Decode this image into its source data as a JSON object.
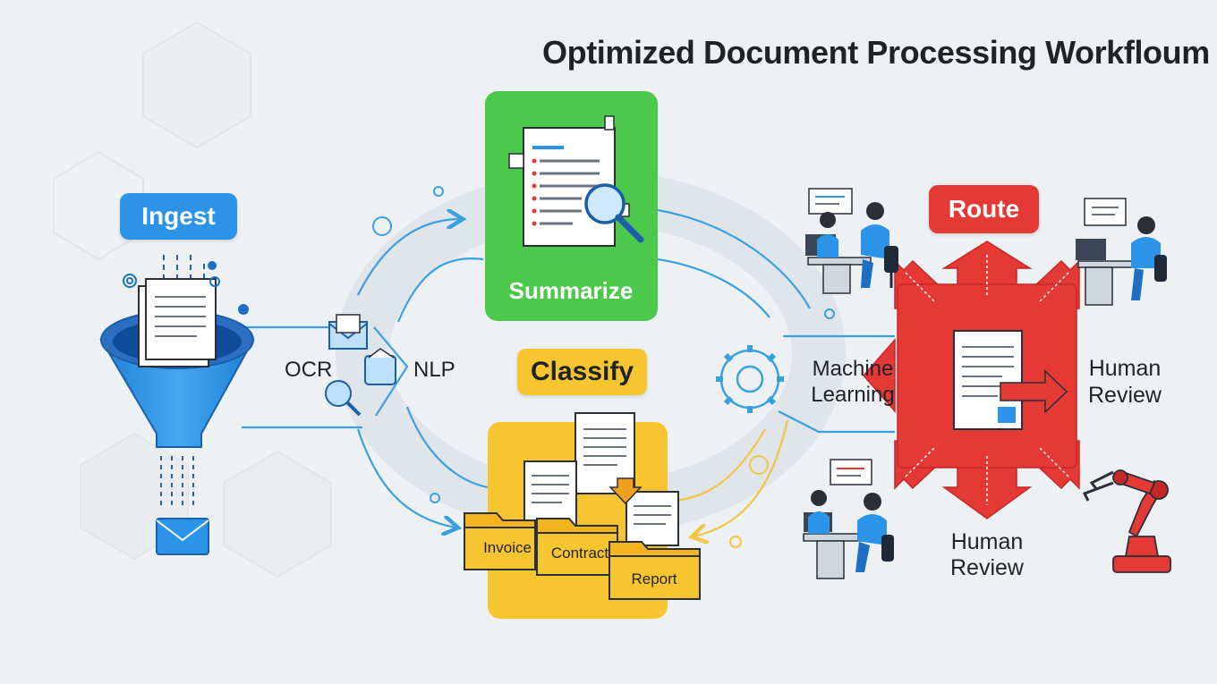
{
  "title": "Optimized Document Processing Workfloum",
  "stages": {
    "ingest": "Ingest",
    "summarize": "Summarize",
    "classify": "Classify",
    "route": "Route"
  },
  "methods": {
    "ocr": "OCR",
    "nlp": "NLP",
    "ml_line1": "Machine",
    "ml_line2": "Learning"
  },
  "folders": {
    "invoice": "Invoice",
    "contract": "Contract",
    "report": "Report"
  },
  "route_targets": {
    "right_line1": "Human",
    "right_line2": "Review",
    "bottom_line1": "Human",
    "bottom_line2": "Review"
  },
  "icons": [
    "funnel-icon",
    "envelope-icon",
    "gear-icon",
    "document-icon",
    "magnifier-icon",
    "folder-icon",
    "person-at-desk-icon",
    "robot-arm-icon",
    "chat-bubble-icon"
  ],
  "colors": {
    "ingest": "#2b93e8",
    "summarize": "#4cc94a",
    "classify": "#f7c52f",
    "route": "#e53935",
    "flow": "#3aa0e0"
  }
}
